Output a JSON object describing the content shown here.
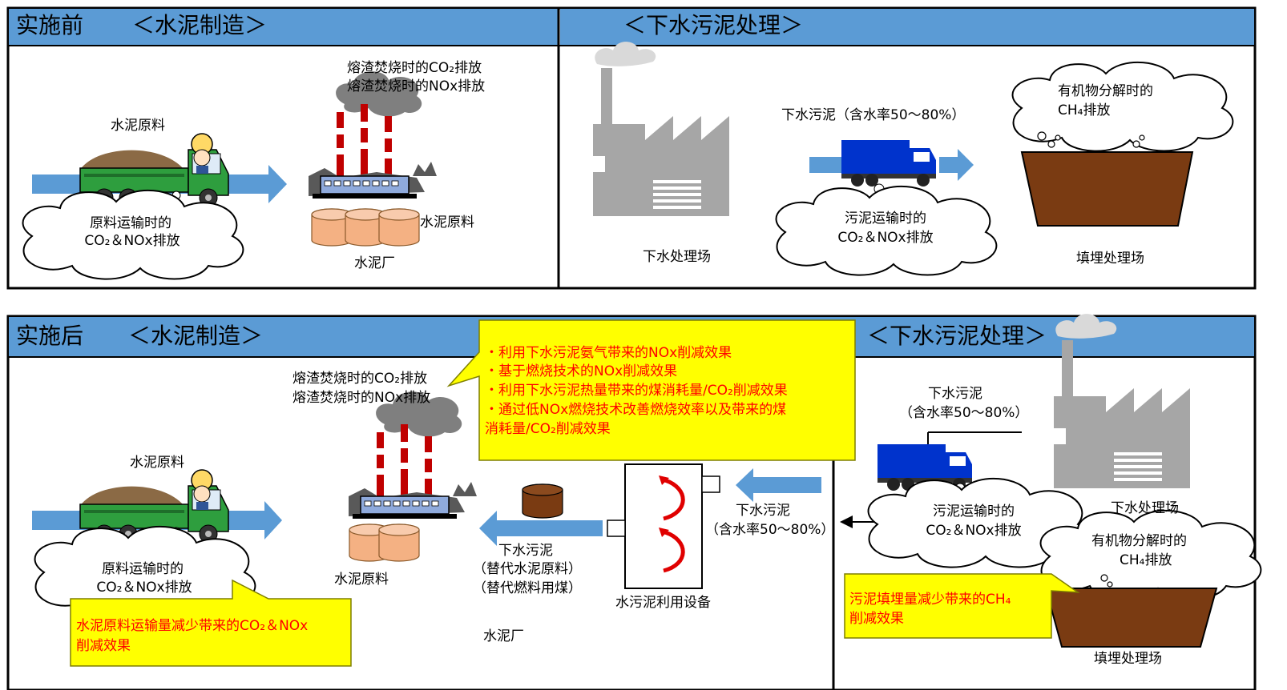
{
  "before": {
    "label": "实施前",
    "cement_title": "＜水泥制造＞",
    "sewage_title": "＜下水污泥处理＞",
    "cement_raw_truck": "水泥原料",
    "cloud_transport": [
      "原料运输时的",
      "CO₂＆NOx排放"
    ],
    "factory_emit": [
      "熔渣焚烧时的CO₂排放",
      "熔渣焚烧时的NOx排放"
    ],
    "cement_raw_store": "水泥原料",
    "cement_plant": "水泥厂",
    "sludge_truck": "下水污泥（含水率50～80%）",
    "cloud_sludge": [
      "污泥运输时的",
      "CO₂＆NOx排放"
    ],
    "sewage_plant": "下水处理场",
    "cloud_ch4": [
      "有机物分解时的",
      "CH₄排放"
    ],
    "landfill": "填埋处理场"
  },
  "after": {
    "label": "实施后",
    "cement_title": "＜水泥制造＞",
    "sewage_title": "＜下水污泥处理＞",
    "factory_emit": [
      "熔渣焚烧时的CO₂排放",
      "熔渣焚烧时的NOx排放"
    ],
    "effects": [
      "・利用下水污泥氨气带来的NOx削减效果",
      "・基于燃烧技术的NOx削减效果",
      "・利用下水污泥热量带来的煤消耗量/CO₂削减效果",
      "・通过低NOx燃烧技术改善燃烧效率以及带来的煤",
      "消耗量/CO₂削减效果"
    ],
    "cement_raw_truck": "水泥原料",
    "cloud_transport": [
      "原料运输时的",
      "CO₂＆NOx排放"
    ],
    "raw_reduction": [
      "水泥原料运输量减少带来的CO₂＆NOx",
      "削减效果"
    ],
    "cement_raw_store": "水泥原料",
    "sludge_uses": [
      "下水污泥",
      "（替代水泥原料）",
      "（替代燃料用煤）"
    ],
    "cement_plant": "水泥厂",
    "equipment": "水污泥利用设备",
    "sludge_in": [
      "下水污泥",
      "（含水率50～80%）"
    ],
    "sludge_top": [
      "下水污泥",
      "（含水率50～80%）"
    ],
    "cloud_sludge": [
      "污泥运输时的",
      "CO₂＆NOx排放"
    ],
    "sewage_plant": "下水处理场",
    "cloud_ch4": [
      "有机物分解时的",
      "CH₄排放"
    ],
    "landfill_reduction": [
      "污泥填埋量减少带来的CH₄",
      "削减效果"
    ],
    "landfill": "填埋处理场"
  },
  "colors": {
    "header": "#5b9bd5",
    "arrow": "#5b9bd5",
    "callout": "#ffff00",
    "callout_text": "#ff0000",
    "truck_blue": "#0033cc",
    "truck_green": "#2e9e3e",
    "landfill": "#7a3b12",
    "cement_store": "#f4b183"
  }
}
